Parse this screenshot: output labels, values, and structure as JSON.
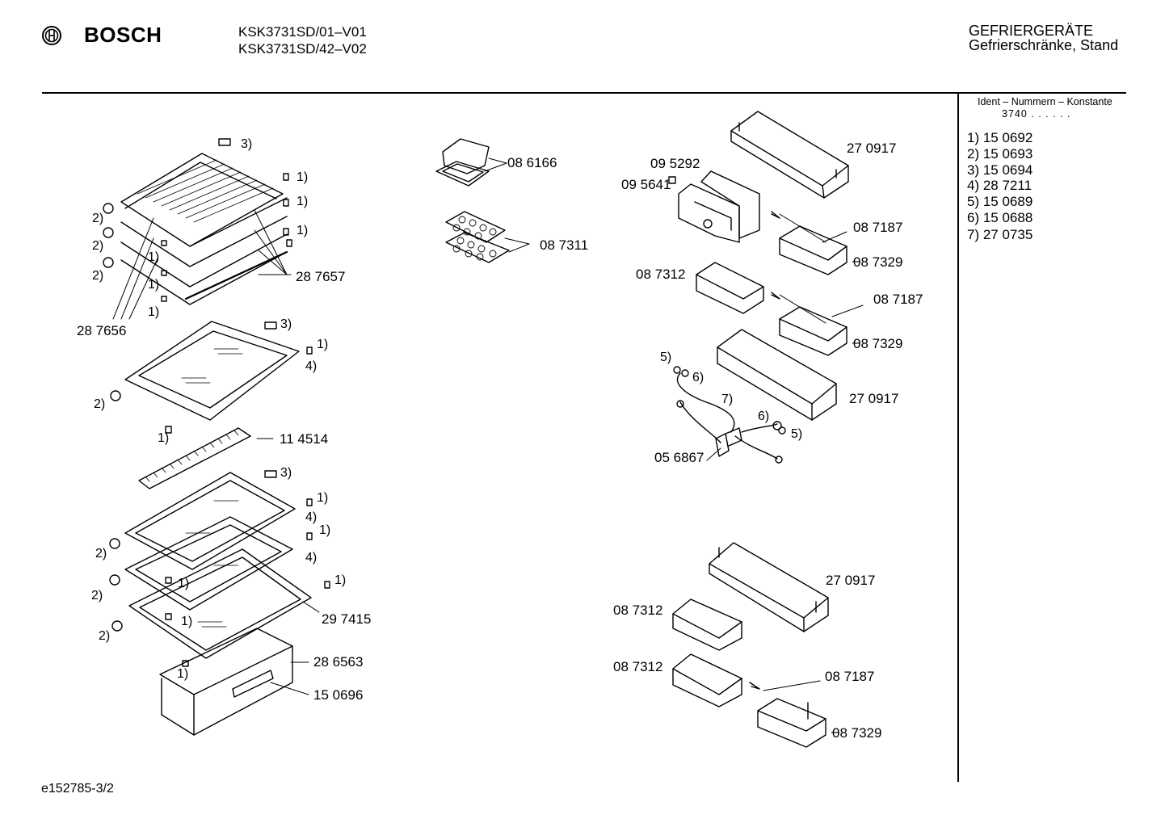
{
  "header": {
    "brand": "BOSCH",
    "models": [
      "KSK3731SD/01–V01",
      "KSK3731SD/42–V02"
    ],
    "category_line1": "GEFRIERGERÄTE",
    "category_line2": "Gefrierschränke, Stand"
  },
  "ident": {
    "heading": "Ident – Nummern – Konstante",
    "constant": "3740 . .  .  .  .  ."
  },
  "legend": [
    "1) 15 0692",
    "2) 15 0693",
    "3) 15 0694",
    "4) 28 7211",
    "5) 15 0689",
    "6) 15 0688",
    "7) 27 0735"
  ],
  "parts": {
    "p287656": "28 7656",
    "p287657": "28 7657",
    "p114514": "11 4514",
    "p297415": "29 7415",
    "p286563": "28 6563",
    "p150696": "15 0696",
    "p086166": "08 6166",
    "p087311": "08 7311",
    "p270917a": "27 0917",
    "p095292": "09 5292",
    "p095641": "09 5641",
    "p087187a": "08 7187",
    "p087329a": "08 7329",
    "p087312a": "08 7312",
    "p087187b": "08 7187",
    "p087329b": "08 7329",
    "p270917b": "27 0917",
    "p056867": "05 6867",
    "p270917c": "27 0917",
    "p087312b": "08 7312",
    "p087312c": "08 7312",
    "p087187c": "08 7187",
    "p087329c": "08 7329"
  },
  "refs": {
    "r1": "1)",
    "r2": "2)",
    "r3": "3)",
    "r4": "4)",
    "r5": "5)",
    "r6": "6)",
    "r7": "7)"
  },
  "footer": {
    "code": "e152785-3/2"
  }
}
